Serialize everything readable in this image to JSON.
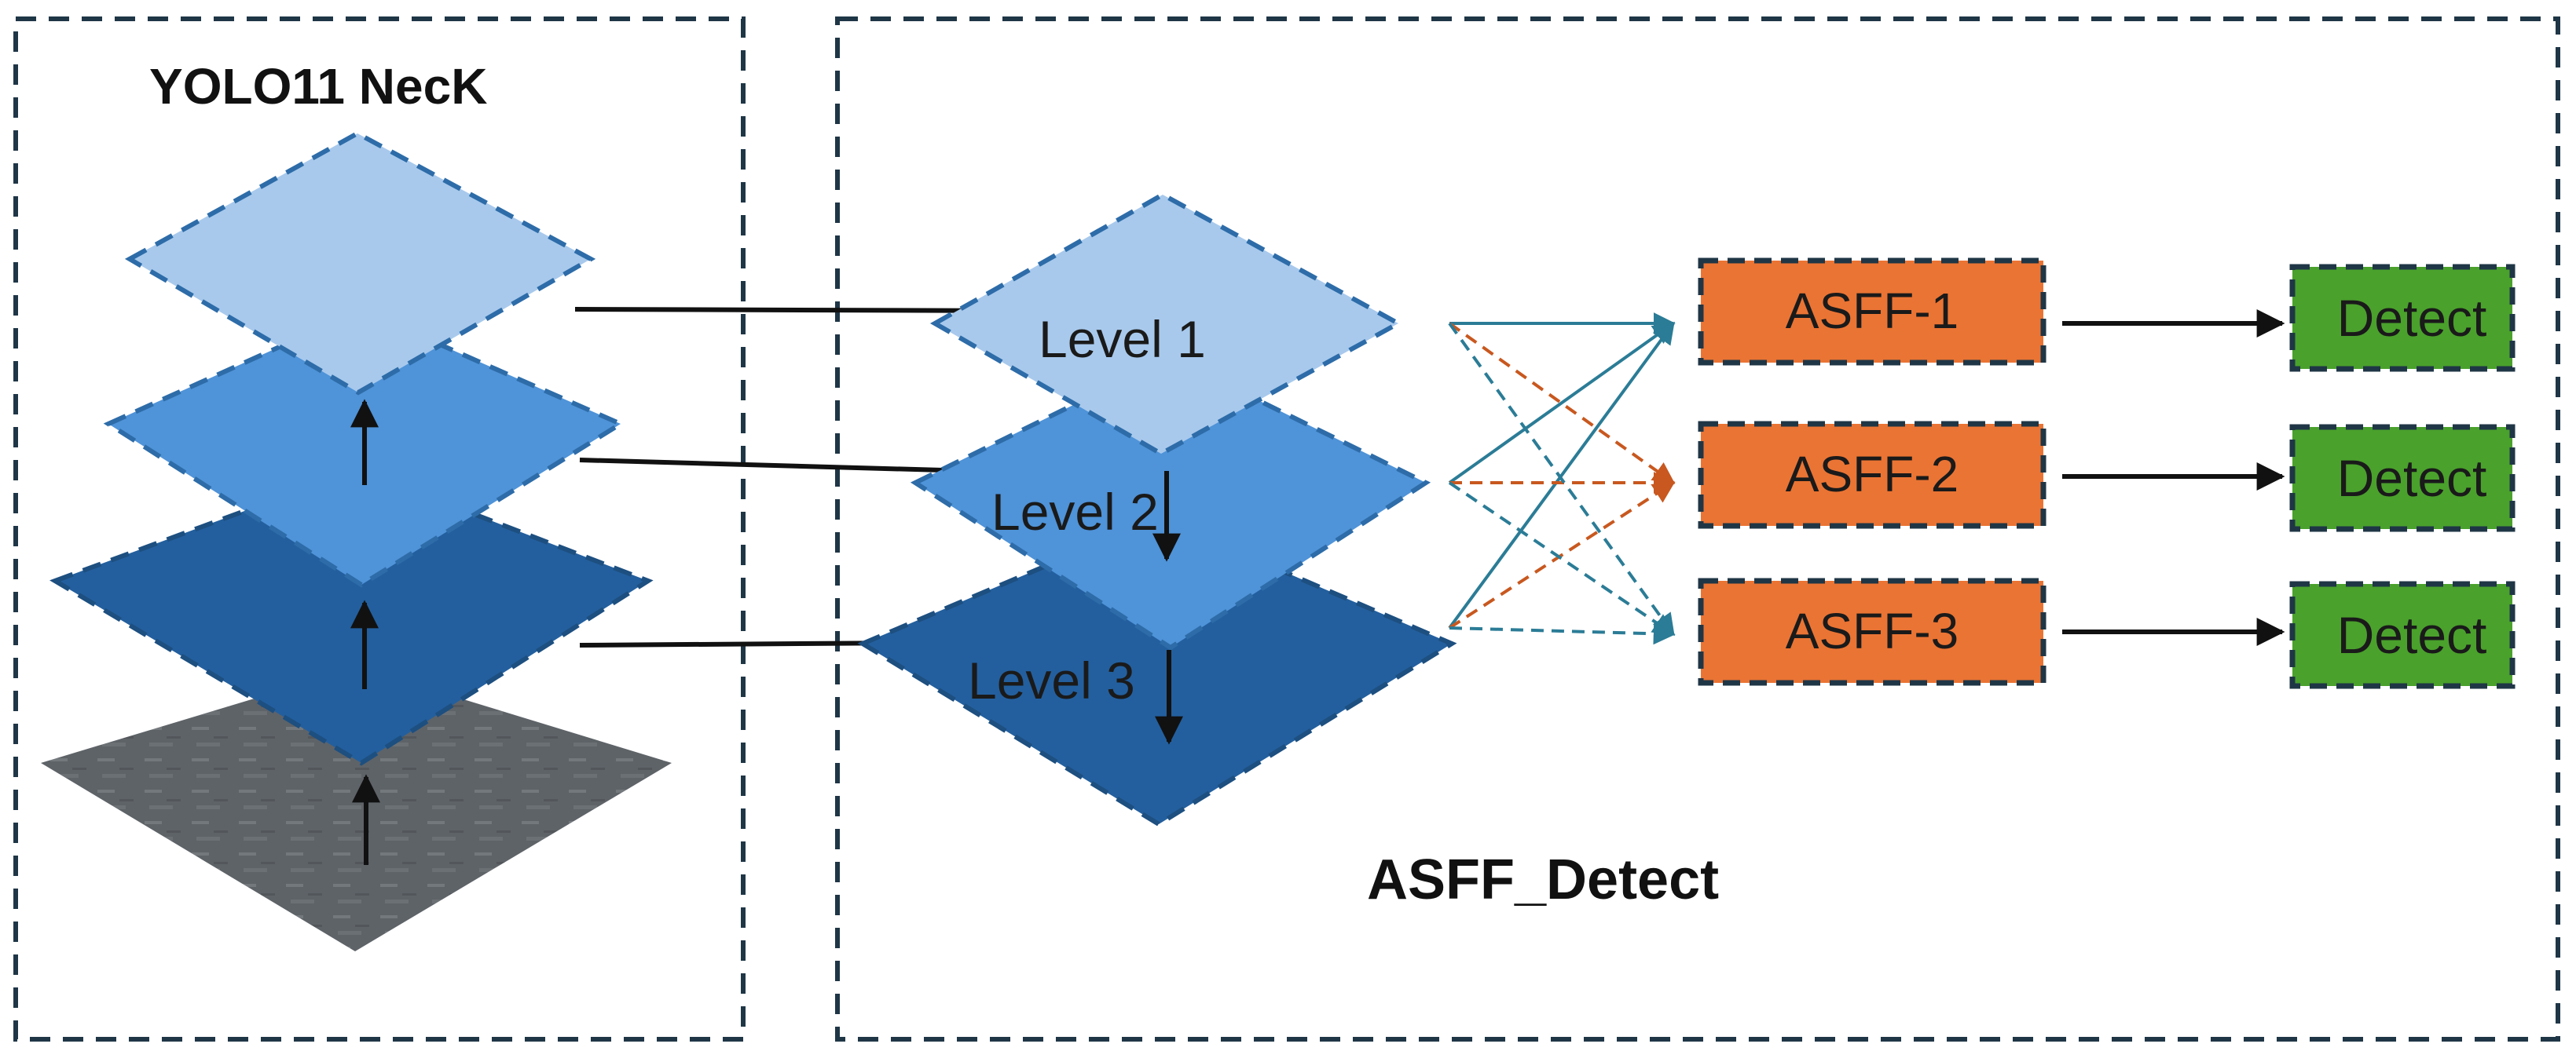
{
  "neck": {
    "title": "YOLO11 NecK"
  },
  "levels": [
    {
      "label": "Level 1",
      "color": "#a8c9ec"
    },
    {
      "label": "Level 2",
      "color": "#4f93d8"
    },
    {
      "label": "Level 3",
      "color": "#235f9e"
    }
  ],
  "asff_modules": [
    {
      "label": "ASFF-1"
    },
    {
      "label": "ASFF-2"
    },
    {
      "label": "ASFF-3"
    }
  ],
  "detect_heads": [
    {
      "label": "Detect"
    },
    {
      "label": "Detect"
    },
    {
      "label": "Detect"
    }
  ],
  "asff_detect": {
    "title": "ASFF_Detect"
  },
  "colors": {
    "dash_border": "#1f3646",
    "layer_light": "#a8c9ec",
    "layer_mid": "#4f93d8",
    "layer_dark": "#235f9e",
    "image_base": "#555a5e",
    "asff_fill": "#ea7434",
    "detect_fill": "#4aa12c",
    "teal_arrow": "#2b7c96",
    "orange_arrow": "#c8581f",
    "black_arrow": "#111111"
  }
}
